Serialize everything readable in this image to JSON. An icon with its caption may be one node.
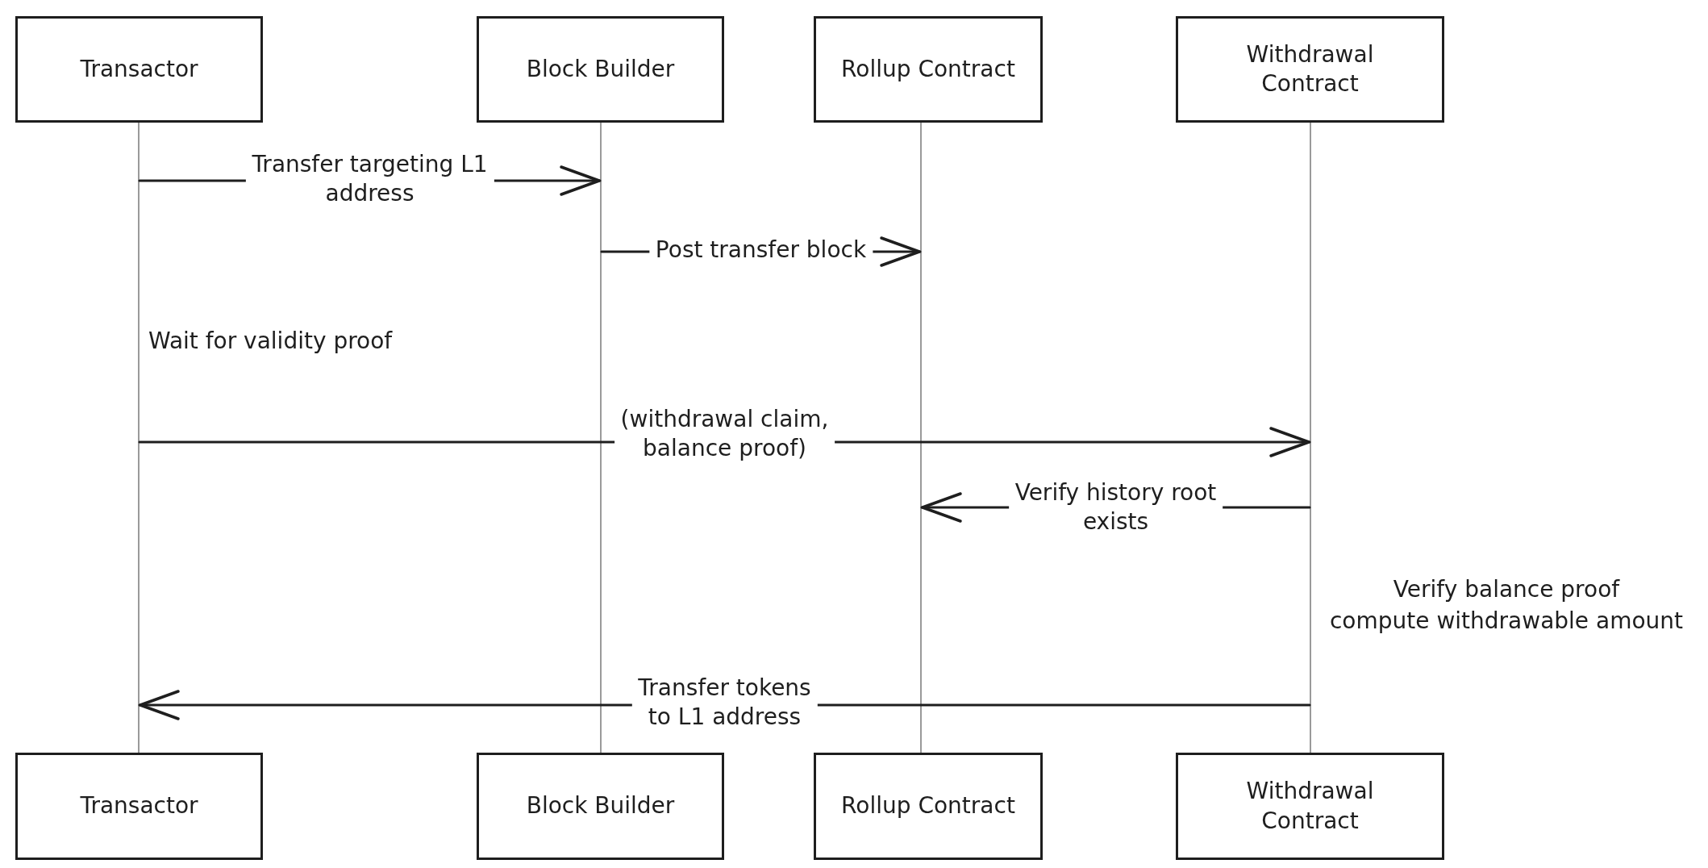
{
  "diagram": {
    "nodes": [
      {
        "text": [
          "Transactor"
        ]
      },
      {
        "text": [
          "Block Builder"
        ]
      },
      {
        "text": [
          "Rollup Contract"
        ]
      },
      {
        "text": [
          "Withdrawal Contract"
        ]
      },
      {
        "text": [],
        "shape": "bar"
      },
      {
        "text": [],
        "shape": "bar"
      },
      {
        "text": [],
        "shape": "bar"
      },
      {
        "text": [],
        "shape": "bar"
      },
      {
        "text": [
          "Transactor"
        ]
      },
      {
        "text": [
          "Block Builder"
        ]
      },
      {
        "text": [
          "Rollup Contract"
        ]
      },
      {
        "text": [
          "Withdrawal Contract"
        ]
      }
    ],
    "edges": [
      {
        "from": 4,
        "to": 5,
        "arrow": "to",
        "label": "Transfer targeting L1 address"
      },
      {
        "from": 5,
        "to": 6,
        "arrow": "to",
        "label": "Post transfer block"
      },
      {
        "from": 4,
        "to": 7,
        "arrow": "to",
        "label": "(withdrawal claim, balance proof)"
      },
      {
        "from": 7,
        "to": 6,
        "arrow": "to",
        "label": "Verify history root exists"
      },
      {
        "from": 7,
        "to": 4,
        "arrow": "to",
        "label": "Transfer tokens to L1 address"
      }
    ],
    "labels": [
      "Wait for validity proof",
      "Verify balance proof compute withdrawable amount"
    ]
  }
}
